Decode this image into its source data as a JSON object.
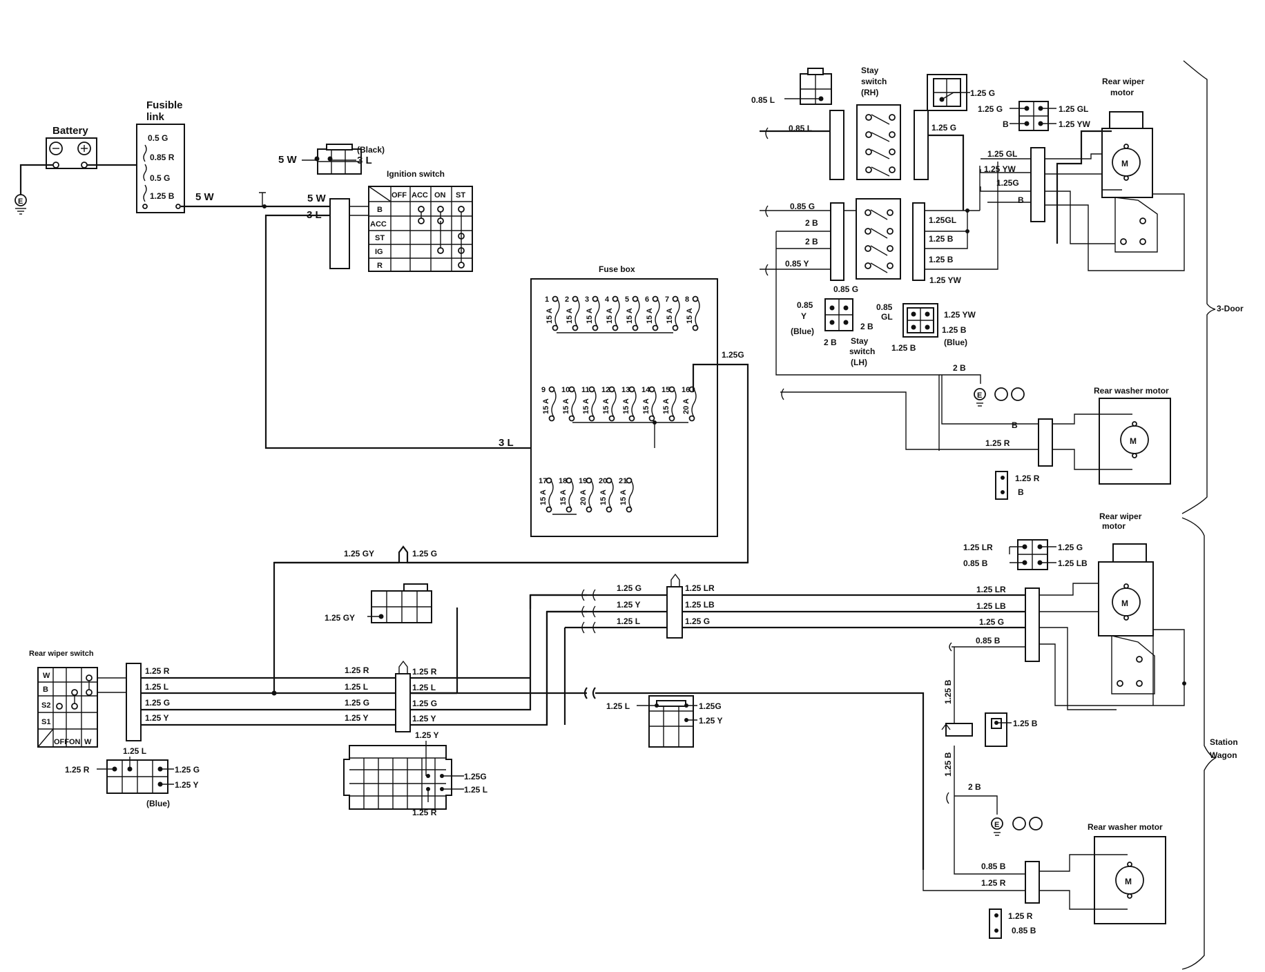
{
  "components": {
    "battery": "Battery",
    "fusible_link_1": "Fusible",
    "fusible_link_2": "link",
    "ignition_switch": "Ignition switch",
    "fuse_box": "Fuse box",
    "stay_switch_rh_1": "Stay",
    "stay_switch_rh_2": "switch",
    "stay_switch_rh_3": "(RH)",
    "stay_switch_lh_1": "Stay",
    "stay_switch_lh_2": "switch",
    "stay_switch_lh_3": "(LH)",
    "rear_wiper_motor_top_1": "Rear wiper",
    "rear_wiper_motor_top_2": "motor",
    "rear_washer_motor_top": "Rear washer motor",
    "rear_wiper_motor_bottom_1": "Rear wiper",
    "rear_wiper_motor_bottom_2": "motor",
    "rear_washer_motor_bottom": "Rear washer motor",
    "rear_wiper_switch": "Rear wiper switch",
    "motor_symbol": "M",
    "ground_symbol": "E"
  },
  "sections": {
    "three_door": "3-Door",
    "station_wagon_1": "Station",
    "station_wagon_2": "Wagon"
  },
  "ignition_switch": {
    "columns": [
      "OFF",
      "ACC",
      "ON",
      "ST"
    ],
    "rows": [
      "B",
      "ACC",
      "ST",
      "IG",
      "R"
    ]
  },
  "rear_wiper_switch_table": {
    "rows": [
      "W",
      "B",
      "S2",
      "S1"
    ],
    "columns": [
      "OFF",
      "ON",
      "W"
    ]
  },
  "fusible_link_wires": [
    "0.5 G",
    "0.85 R",
    "0.5 G",
    "1.25 B"
  ],
  "fuses": {
    "row1": [
      {
        "n": "1",
        "a": "15 A"
      },
      {
        "n": "2",
        "a": "15 A"
      },
      {
        "n": "3",
        "a": "15 A"
      },
      {
        "n": "4",
        "a": "15 A"
      },
      {
        "n": "5",
        "a": "15 A"
      },
      {
        "n": "6",
        "a": "15 A"
      },
      {
        "n": "7",
        "a": "15 A"
      },
      {
        "n": "8",
        "a": "15 A"
      }
    ],
    "row2": [
      {
        "n": "9",
        "a": "15 A"
      },
      {
        "n": "10",
        "a": "15 A"
      },
      {
        "n": "11",
        "a": "15 A"
      },
      {
        "n": "12",
        "a": "15 A"
      },
      {
        "n": "13",
        "a": "15 A"
      },
      {
        "n": "14",
        "a": "15 A"
      },
      {
        "n": "15",
        "a": "15 A"
      },
      {
        "n": "16",
        "a": "20 A"
      }
    ],
    "row3": [
      {
        "n": "17",
        "a": "15 A"
      },
      {
        "n": "18",
        "a": "15 A"
      },
      {
        "n": "19",
        "a": "20 A"
      },
      {
        "n": "20",
        "a": "15 A"
      },
      {
        "n": "21",
        "a": "15 A"
      }
    ]
  },
  "wire_labels": {
    "w5w_a": "5 W",
    "w5w_b": "5 W",
    "w5w_c": "5 W",
    "w3l_a": "3 L",
    "w3l_b": "3 L",
    "w3l_c": "3 L",
    "black": "(Black)",
    "fuse_out": "1.25G",
    "conn_085l": "0.85 L",
    "conn_125g": "1.25 G",
    "rh_085l": "0.85 L",
    "rh_125g": "1.25 G",
    "m_125g_a": "1.25 G",
    "m_125gl_a": "1.25 GL",
    "m_b_a": "B",
    "m_125yw_a": "1.25 YW",
    "m_125gl_b": "1.25 GL",
    "m_125yw_b": "1.25 YW",
    "m_125g_b": "1.25G",
    "m_b_b": "B",
    "d_085g": "0.85 G",
    "d_2b_a": "2 B",
    "d_2b_b": "2 B",
    "d_085y": "0.85 Y",
    "d_125gl": "1.25GL",
    "d_125b_a": "1.25 B",
    "d_125b_b": "1.25 B",
    "d_125yw": "1.25 YW",
    "lh_085g": "0.85 G",
    "lh_085y_a": "0.85",
    "lh_085y_b": "Y",
    "lh_blue": "(Blue)",
    "lh_2b_a": "2 B",
    "lh_2b_b": "2 B",
    "gl_085": "0.85",
    "gl_gl": "GL",
    "gl_125yw": "1.25 YW",
    "gl_125b_a": "1.25 B",
    "gl_125b_b": "1.25 B",
    "gl_blue": "(Blue)",
    "gnd_2b_top": "2 B",
    "wash_b_top": "B",
    "wash_125r_top": "1.25 R",
    "wc_125r_top": "1.25 R",
    "wc_b_top": "B",
    "mid_125gy": "1.25 GY",
    "mid_125g": "1.25 G",
    "conn_125gy": "1.25 GY",
    "sw_125r": "1.25 R",
    "sw_125l": "1.25 L",
    "sw_125g": "1.25 G",
    "sw_125y": "1.25 Y",
    "c2_125r_l": "1.25 R",
    "c2_125l_l": "1.25 L",
    "c2_125g_l": "1.25 G",
    "c2_125y_l": "1.25 Y",
    "c2_125r_r": "1.25 R",
    "c2_125l_r": "1.25 L",
    "c2_125g_r": "1.25 G",
    "c2_125y_r": "1.25 Y",
    "swc_125l": "1.25 L",
    "swc_125r": "1.25 R",
    "swc_125g": "1.25 G",
    "swc_125y": "1.25 Y",
    "swc_blue": "(Blue)",
    "big_125y": "1.25 Y",
    "big_125g": "1.25G",
    "big_125l": "1.25 L",
    "big_125r": "1.25 R",
    "sw3_125g_l": "1.25 G",
    "sw3_125y_l": "1.25 Y",
    "sw3_125l_l": "1.25 L",
    "sw3_125lr_r": "1.25 LR",
    "sw3_125lb_r": "1.25 LB",
    "sw3_125g_r": "1.25 G",
    "c3_125l": "1.25 L",
    "c3_125g": "1.25G",
    "c3_125y": "1.25 Y",
    "bw_125lr_a": "1.25 LR",
    "bw_125g_a": "1.25 G",
    "bw_085b_a": "0.85 B",
    "bw_125lb_a": "1.25 LB",
    "bw_125lr_b": "1.25 LR",
    "bw_125lb_b": "1.25 LB",
    "bw_125g_b": "1.25 G",
    "bw_085b_b": "0.85 B",
    "bw_125b_v1": "1.25 B",
    "bw_125b_c": "1.25 B",
    "bw_125b_v2": "1.25 B",
    "bw_2b": "2 B",
    "bw_085b_c": "0.85 B",
    "bw_125r": "1.25 R",
    "bw_125r_c": "1.25 R",
    "bw_085b_d": "0.85 B"
  }
}
